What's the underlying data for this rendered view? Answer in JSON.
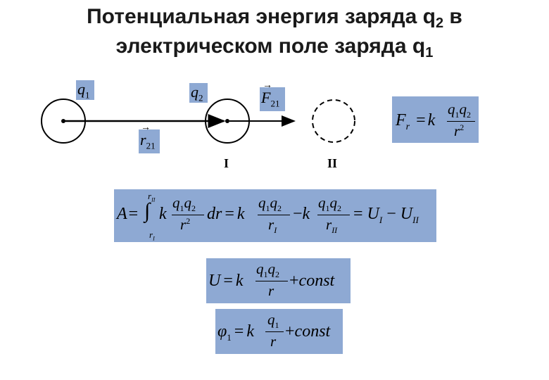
{
  "title": {
    "line1_prefix": "Потенциальная энергия заряда q",
    "line1_sub": "2",
    "line1_suffix": " в",
    "line2_prefix": "электрическом поле заряда q",
    "line2_sub": "1"
  },
  "diagram": {
    "charge1": {
      "symbol": "q",
      "sub": "1"
    },
    "charge2": {
      "symbol": "q",
      "sub": "2"
    },
    "radius_vector": {
      "symbol": "r",
      "sub": "21"
    },
    "force": {
      "symbol": "F",
      "sub": "21"
    },
    "position_labels": [
      "I",
      "II"
    ]
  },
  "formulas": {
    "coulomb": {
      "lhs": "F",
      "lhs_sub": "r",
      "eq": "=",
      "k": "k",
      "num": "q",
      "num_sub1": "1",
      "num_q2": "q",
      "num_sub2": "2",
      "den": "r",
      "den_sup": "2"
    },
    "work": {
      "A": "A",
      "eq": "=",
      "int_upper": "r",
      "int_upper_sub": "II",
      "int_lower": "r",
      "int_lower_sub": "I",
      "k": "k",
      "dr": "dr",
      "minus": "−",
      "U": "U",
      "U_sub_I": "I",
      "U_sub_II": "II",
      "q1": "q",
      "q1_sub": "1",
      "q2": "q",
      "q2_sub": "2",
      "r": "r",
      "r_sq": "2",
      "r_sub_I": "I",
      "r_sub_II": "II"
    },
    "potential_energy": {
      "lhs": "U",
      "eq": "=",
      "k": "k",
      "q1": "q",
      "q1_sub": "1",
      "q2": "q",
      "q2_sub": "2",
      "den": "r",
      "plus": "+",
      "const": "const"
    },
    "potential": {
      "lhs": "φ",
      "lhs_sub": "1",
      "eq": "=",
      "k": "k",
      "q1": "q",
      "q1_sub": "1",
      "den": "r",
      "plus": "+",
      "const": "const"
    }
  },
  "colors": {
    "formula_box": "#8ea9d3",
    "ink": "#000000"
  }
}
